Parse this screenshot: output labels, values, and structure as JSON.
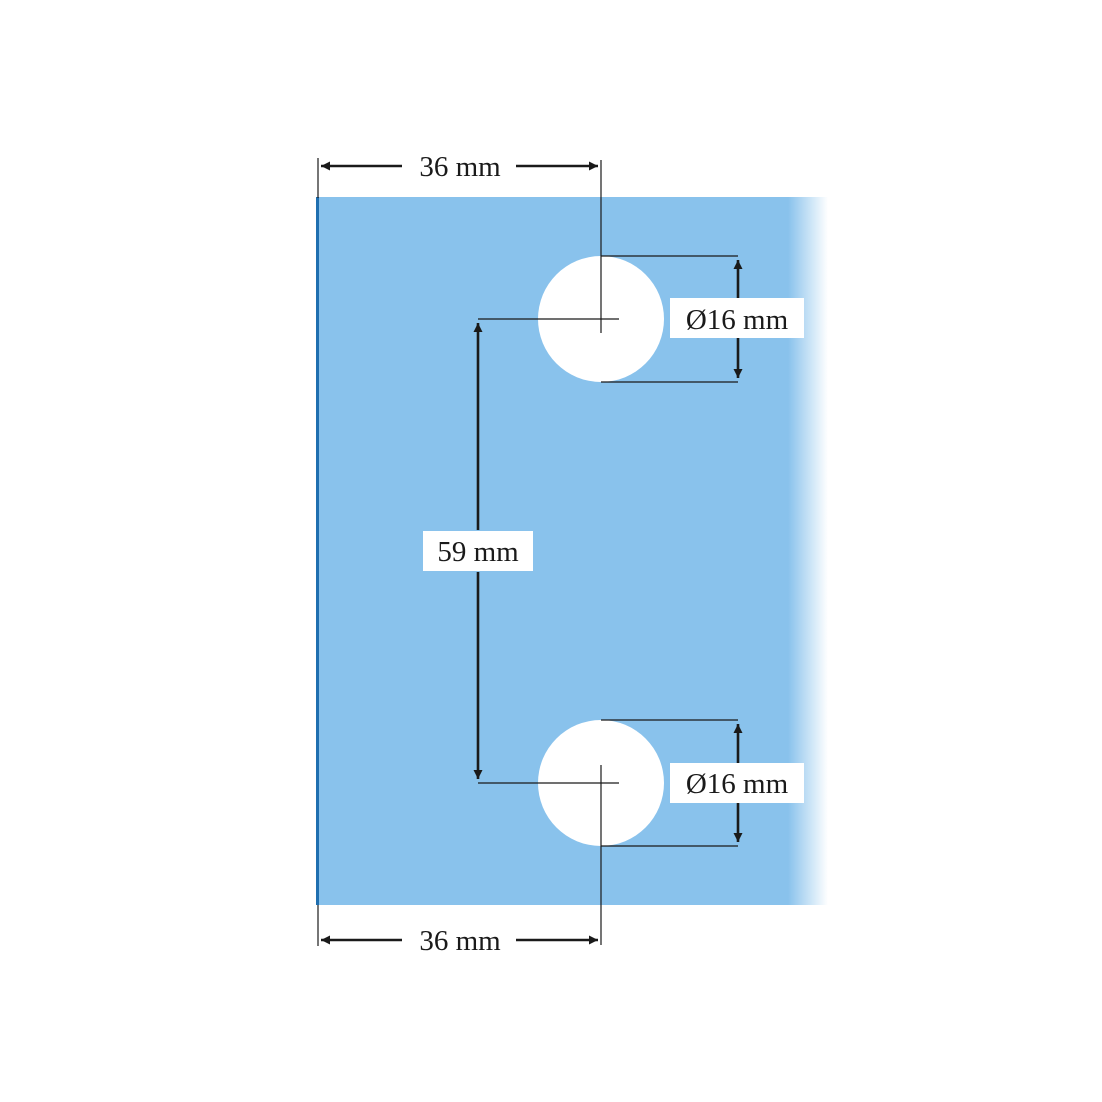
{
  "dimensions": {
    "top_width": "36 mm",
    "bottom_width": "36 mm",
    "hole_spacing": "59 mm",
    "top_hole_diameter": "Ø16 mm",
    "bottom_hole_diameter": "Ø16 mm"
  },
  "colors": {
    "glass": "#89c2ec",
    "glass_edge": "#1f6fb0",
    "line": "#1a1a1a",
    "hole": "#ffffff",
    "label_bg": "#ffffff"
  }
}
